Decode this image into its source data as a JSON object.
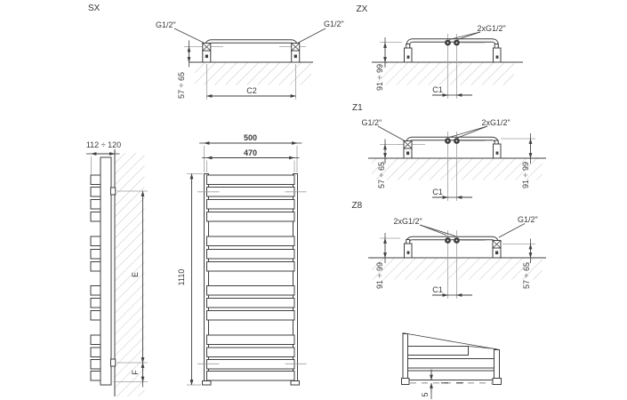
{
  "colors": {
    "line": "#3f3f3f",
    "hatch": "#c6c6c6",
    "centerline": "#9e9e9e",
    "text": "#3a3a3a"
  },
  "views": {
    "sx": {
      "label": "SX",
      "conn_left": "G1/2\"",
      "conn_right": "G1/2\"",
      "dim_height": "57 ÷ 65",
      "dim_width": "C2"
    },
    "zx": {
      "label": "ZX",
      "conn_center": "2xG1/2\"",
      "dim_height": "91 ÷ 99",
      "dim_center": "C1"
    },
    "z1": {
      "label": "Z1",
      "conn_left": "G1/2\"",
      "conn_center": "2xG1/2\"",
      "dim_left": "57 ÷ 65",
      "dim_right": "91 ÷ 99",
      "dim_center": "C1"
    },
    "z8": {
      "label": "Z8",
      "conn_center": "2xG1/2\"",
      "conn_right": "G1/2\"",
      "dim_left": "91 ÷ 99",
      "dim_right": "57 ÷ 65",
      "dim_center": "C1"
    },
    "side": {
      "dim_depth": "112 ÷ 120",
      "dim_e": "E",
      "dim_f": "F"
    },
    "front": {
      "dim_width_outer": "500",
      "dim_width_inner": "470",
      "dim_height": "1110"
    },
    "detail": {
      "dim_gap": "5"
    }
  }
}
